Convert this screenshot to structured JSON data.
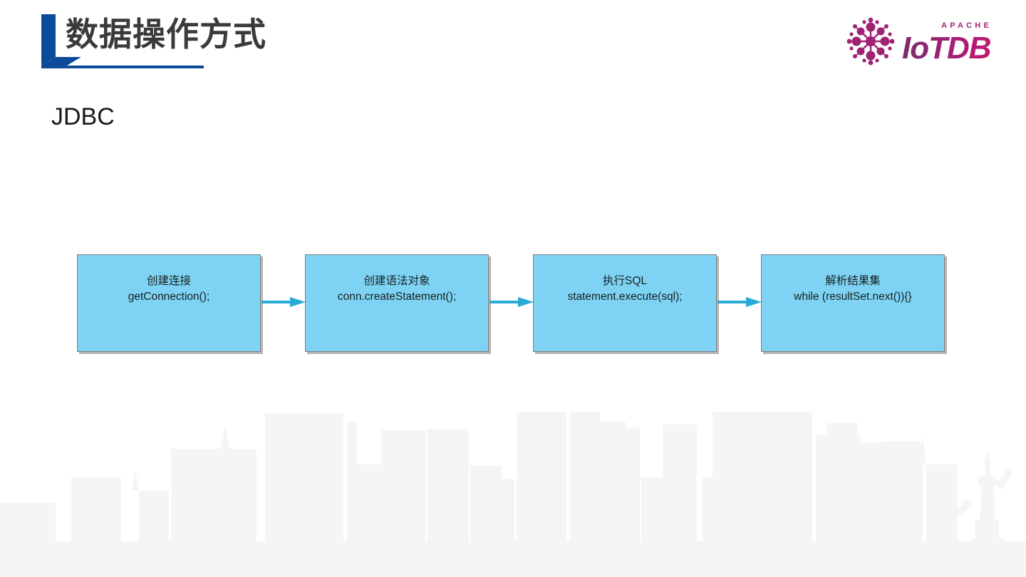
{
  "slide": {
    "title": "数据操作方式",
    "subtitle": "JDBC",
    "background_color": "#ffffff",
    "title_color": "#3a3a3a",
    "accent_color": "#0b4b99"
  },
  "logo": {
    "name": "apache-iotdb-logo",
    "top_text": "APACHE",
    "wordmark": "IoTDB",
    "color_start": "#7b2d6b",
    "color_end": "#c2186e"
  },
  "flow": {
    "box_fill": "#7ED3F4",
    "box_border": "#808080",
    "arrow_color": "#29ABD6",
    "steps": [
      {
        "cn": "创建连接",
        "code": "getConnection();"
      },
      {
        "cn": "创建语法对象",
        "code": "conn.createStatement();"
      },
      {
        "cn": "执行SQL",
        "code": "statement.execute(sql);"
      },
      {
        "cn": "解析结果集",
        "code": "while (resultSet.next()){}"
      }
    ],
    "arrows": [
      "arrow-right-1",
      "arrow-right-2",
      "arrow-right-3"
    ]
  },
  "decor": {
    "skyline_name": "city-skyline-watermark",
    "skyline_color": "#f5f6f7"
  }
}
